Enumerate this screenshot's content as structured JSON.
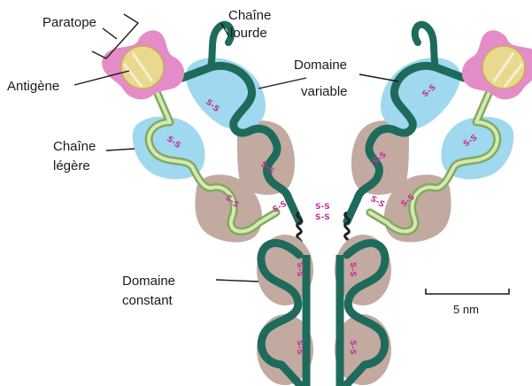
{
  "labels": {
    "paratope": "Paratope",
    "antigen": "Antigène",
    "heavy_chain_1": "Chaîne",
    "heavy_chain_2": "lourde",
    "variable_domain_1": "Domaine",
    "variable_domain_2": "variable",
    "light_chain_1": "Chaîne",
    "light_chain_2": "légère",
    "constant_domain_1": "Domaine",
    "constant_domain_2": "constant",
    "scale": "5 nm"
  },
  "bond_label": "S-S",
  "colors": {
    "heavy_chain": "#1e6b5c",
    "light_chain": "#7dac5c",
    "light_chain_inner": "#d8e8b2",
    "variable_domain": "#9fd8ef",
    "constant_domain": "#c2aaa0",
    "antigen": "#e9d98f",
    "antigen_stroke": "#c8ad54",
    "antigen_binding": "#e48cc8",
    "disulfide": "#c2329b",
    "hinge": "#222222"
  }
}
